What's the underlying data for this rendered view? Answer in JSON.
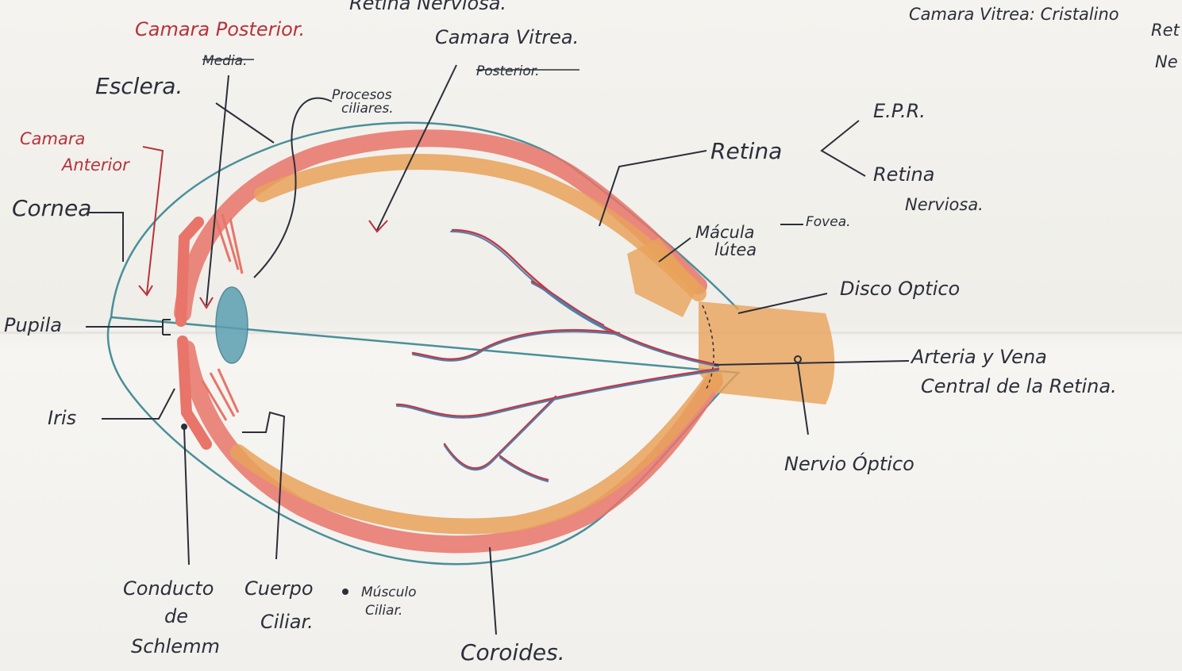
{
  "labels": {
    "title_partial": "Retina Nerviosa.",
    "top_right_1": "Camara Vitrea: Cristalino",
    "top_right_2": "Ret",
    "top_right_3": "Ne",
    "camara_posterior": "Camara Posterior.",
    "media_crossed": "Media.",
    "camara_vitrea": "Camara Vitrea.",
    "posterior_crossed": "Posterior.",
    "esclera": "Esclera.",
    "procesos": "Procesos",
    "ciliares": "ciliares.",
    "camara_anterior_1": "Camara",
    "camara_anterior_2": "Anterior",
    "cornea": "Cornea",
    "pupila": "Pupila",
    "iris": "Iris",
    "epr": "E.P.R.",
    "retina": "Retina",
    "retina_nerviosa_1": "Retina",
    "retina_nerviosa_2": "Nerviosa.",
    "macula_1": "Mácula",
    "macula_2": "lútea",
    "fovea": "Fovea.",
    "disco_optico": "Disco Optico",
    "arteria_1": "Arteria y Vena",
    "arteria_2": "Central de la Retina.",
    "nervio_optico": "Nervio Óptico",
    "conducto_1": "Conducto",
    "conducto_2": "de",
    "conducto_3": "Schlemm",
    "cuerpo_1": "Cuerpo",
    "cuerpo_2": "Ciliar.",
    "musculo_1": "Músculo",
    "musculo_2": "Ciliar.",
    "coroides": "Coroides."
  },
  "colors": {
    "ink": "#2b2f3a",
    "red_ink": "#b8323a",
    "choroid": "#e8746a",
    "retina_orange": "#e8a25a",
    "sclera_outline": "#4a8f99",
    "lens": "#5c9fb0",
    "vessel_red": "#c0394a",
    "vessel_blue": "#4f7fa8"
  }
}
